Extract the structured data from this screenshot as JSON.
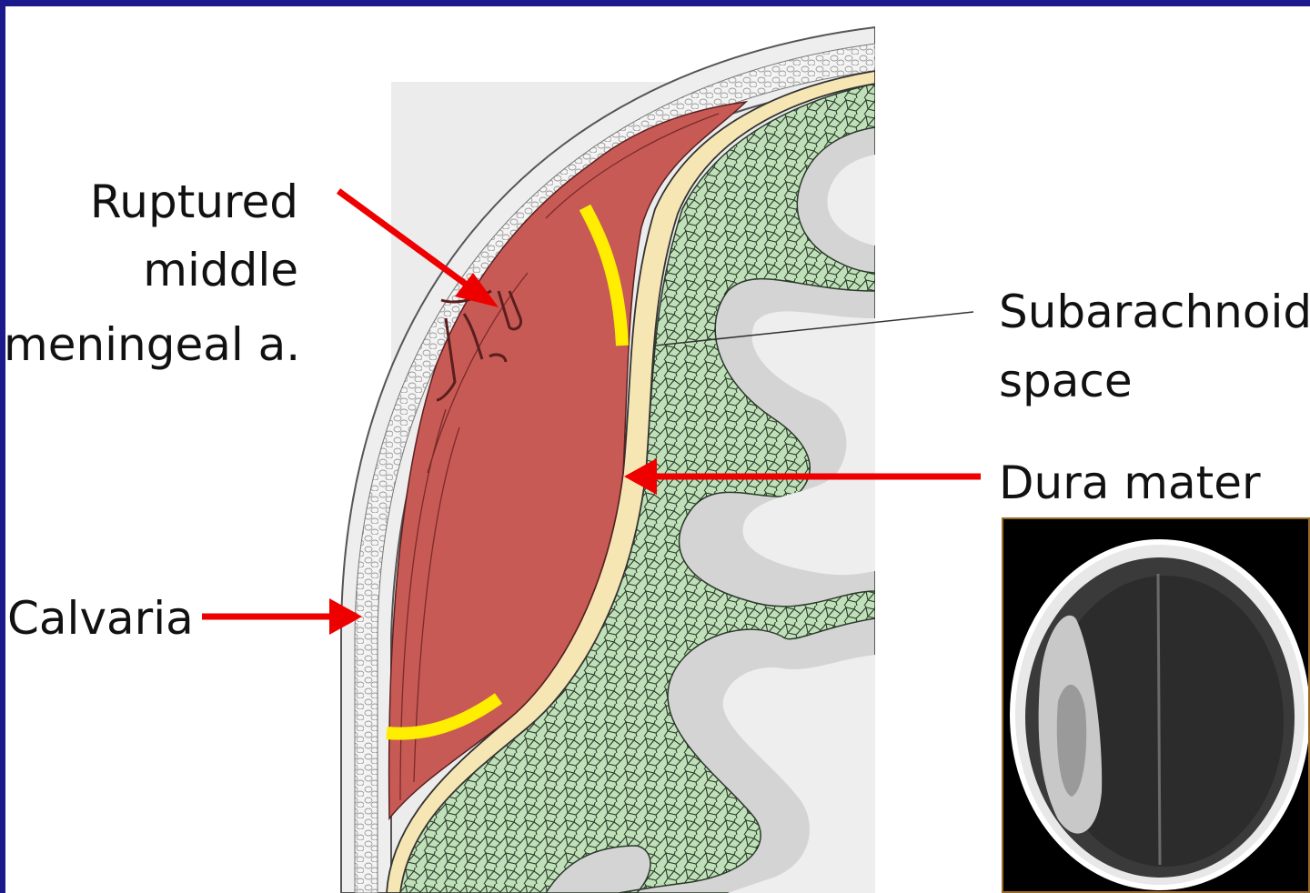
{
  "labels": {
    "ruptured_line1": "Ruptured",
    "ruptured_line2": "middle",
    "ruptured_line3": "meningeal a.",
    "subarachnoid_line1": "Subarachnoid",
    "subarachnoid_line2": "space",
    "dura": "Dura mater",
    "calvaria": "Calvaria"
  },
  "colors": {
    "frame": "#1a1a8c",
    "hematoma": "#c85a55",
    "dura": "#f6e6b4",
    "subarachnoid": "#bfe0b8",
    "brain": "#d6d6d6",
    "skull": "#eeeeee",
    "arrow": "#ee0000",
    "highlight": "#ffee00"
  }
}
